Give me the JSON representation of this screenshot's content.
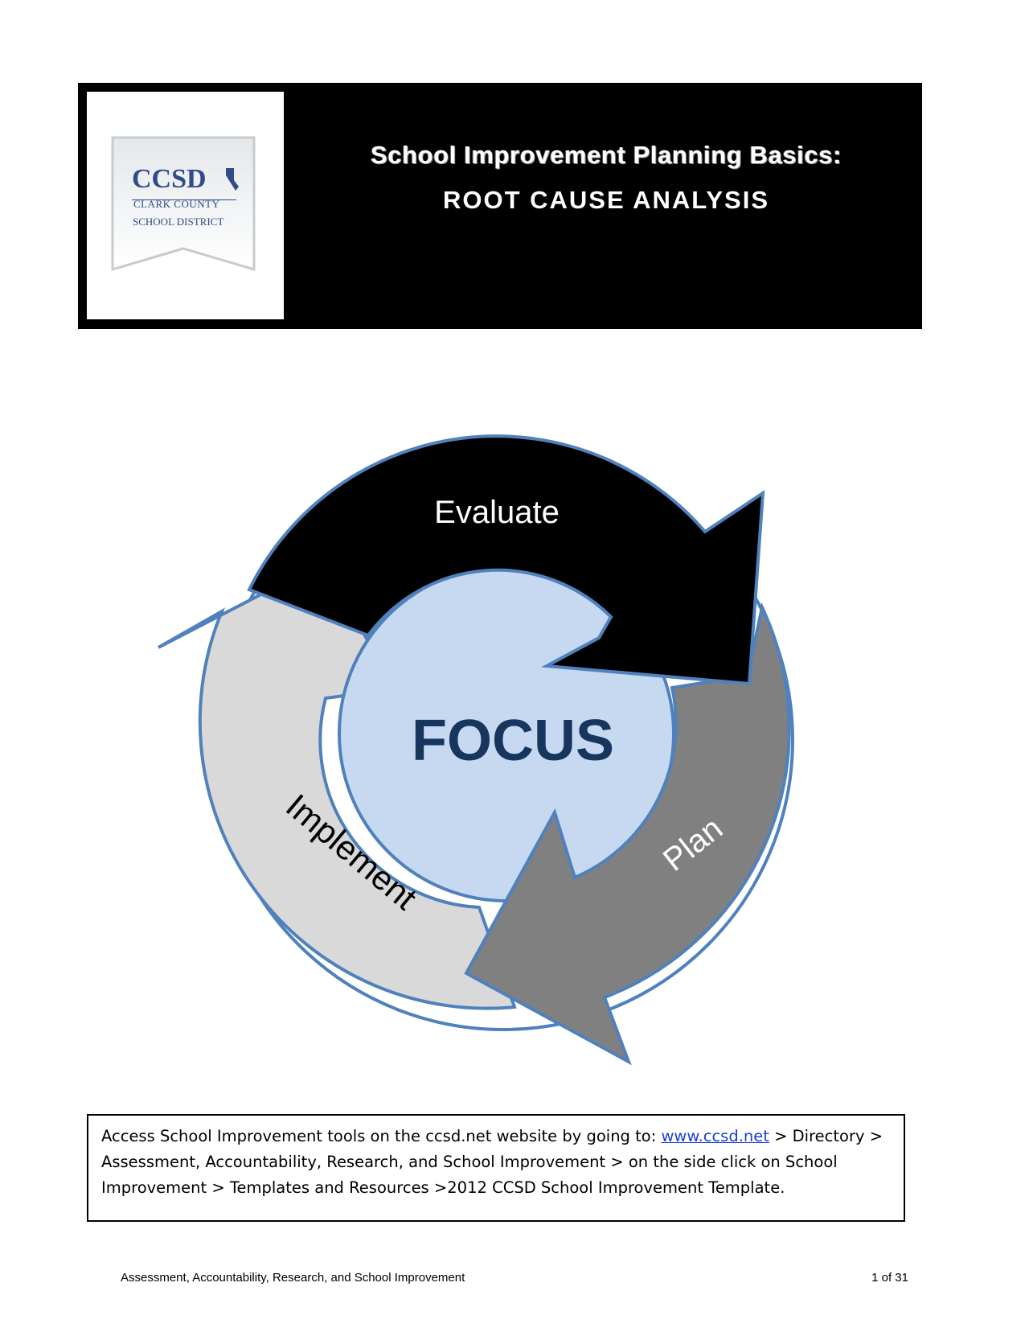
{
  "header": {
    "logo": {
      "main": "CCSD",
      "line1": "CLARK COUNTY",
      "line2": "SCHOOL DISTRICT"
    },
    "title": "School Improvement Planning Basics:",
    "subtitle": "ROOT CAUSE ANALYSIS"
  },
  "diagram": {
    "center": "FOCUS",
    "stages": {
      "evaluate": "Evaluate",
      "plan": "Plan",
      "implement": "Implement"
    },
    "colors": {
      "center_fill": "#c6d9f1",
      "outline": "#4f81bd",
      "center_text": "#17365d",
      "evaluate_arrow": "#000000",
      "plan_arrow": "#808080",
      "implement_arrow": "#d9d9d9"
    }
  },
  "info": {
    "text_before_link": "Access School Improvement tools on the ccsd.net website by going to: ",
    "link_text": "www.ccsd.net",
    "text_after_link": " > Directory > Assessment, Accountability, Research, and School Improvement > on the side click on School Improvement > Templates and Resources >2012 CCSD School Improvement Template."
  },
  "footer": {
    "left": "Assessment, Accountability, Research, and School Improvement",
    "page": "1 of 31"
  }
}
